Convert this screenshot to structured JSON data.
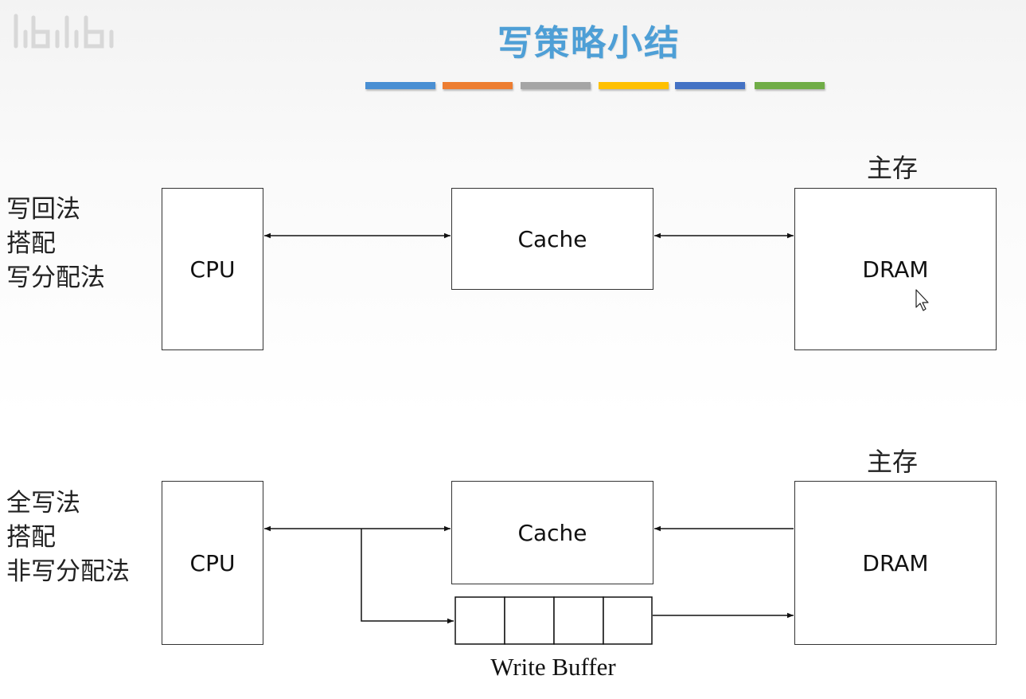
{
  "title": "写策略小结",
  "accent_bar_colors": [
    "#4a8fd3",
    "#ed7d31",
    "#a5a5a5",
    "#ffc000",
    "#4472c4",
    "#70ad47"
  ],
  "title_color": "#4e9fd6",
  "diagram_top": {
    "strategy_lines": [
      "写回法",
      "搭配",
      "写分配法"
    ],
    "cpu_label": "CPU",
    "cache_label": "Cache",
    "memory_heading": "主存",
    "dram_label": "DRAM"
  },
  "diagram_bottom": {
    "strategy_lines": [
      "全写法",
      "搭配",
      "非写分配法"
    ],
    "cpu_label": "CPU",
    "cache_label": "Cache",
    "memory_heading": "主存",
    "dram_label": "DRAM",
    "write_buffer_label": "Write Buffer"
  },
  "icons": {
    "watermark": "bilibili-logo-icon",
    "cursor": "mouse-pointer-icon"
  }
}
